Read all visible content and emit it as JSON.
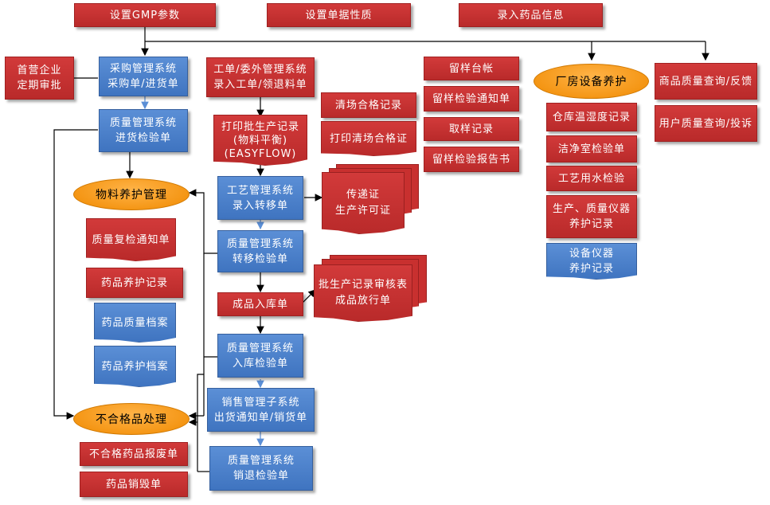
{
  "top": {
    "gmp": "设置GMP参数",
    "doc_props": "设置单据性质",
    "drug_info": "录入药品信息"
  },
  "left": {
    "supplier_review": [
      "首营企业",
      "定期审批"
    ],
    "purchase": [
      "采购管理系统",
      "采购单/进货单"
    ],
    "qm_incoming": [
      "质量管理系统",
      "进货检验单"
    ],
    "material_care": "物料养护管理",
    "recheck_notice": "质量复检通知单",
    "drug_care_record": "药品养护记录",
    "drug_quality_file": "药品质量档案",
    "drug_care_file": "药品养护档案",
    "nonconforming": "不合格品处理",
    "scrap_report": "不合格药品报废单",
    "destroy": "药品销毁单"
  },
  "middle": {
    "work_order": [
      "工单/委外管理系统",
      "录入工单/领退料单"
    ],
    "print_batch": [
      "打印批生产记录",
      "(物料平衡)",
      "(EASYFLOW)"
    ],
    "process_mgmt": [
      "工艺管理系统",
      "录入转移单"
    ],
    "qm_transfer": [
      "质量管理系统",
      "转移检验单"
    ],
    "finished_in": "成品入库单",
    "qm_stockin": [
      "质量管理系统",
      "入库检验单"
    ],
    "sales": [
      "销售管理子系统",
      "出货通知单/销货单"
    ],
    "qm_return": [
      "质量管理系统",
      "销退检验单"
    ],
    "clear_record": "清场合格记录",
    "print_clear": "打印清场合格证",
    "transfer_cert": [
      "传递证",
      "生产许可证"
    ],
    "batch_review": [
      "批生产记录审核表",
      "成品放行单"
    ]
  },
  "sample": {
    "ledger": "留样台帐",
    "notice": "留样检验通知单",
    "record": "取样记录",
    "report": "留样检验报告书"
  },
  "facility": {
    "title": "厂房设备养护",
    "warehouse_temp": "仓库温湿度记录",
    "cleanroom": "洁净室检验单",
    "water": "工艺用水检验",
    "instruments": [
      "生产、质量仪器",
      "养护记录"
    ],
    "equipment": [
      "设备仪器",
      "养护记录"
    ]
  },
  "feedback": {
    "product_query": "商品质量查询/反馈",
    "user_query": "用户质量查询/投诉"
  },
  "colors": {
    "red": "#c3302f",
    "blue": "#4a7fc9",
    "orange": "#f5a023",
    "line": "#000000"
  }
}
